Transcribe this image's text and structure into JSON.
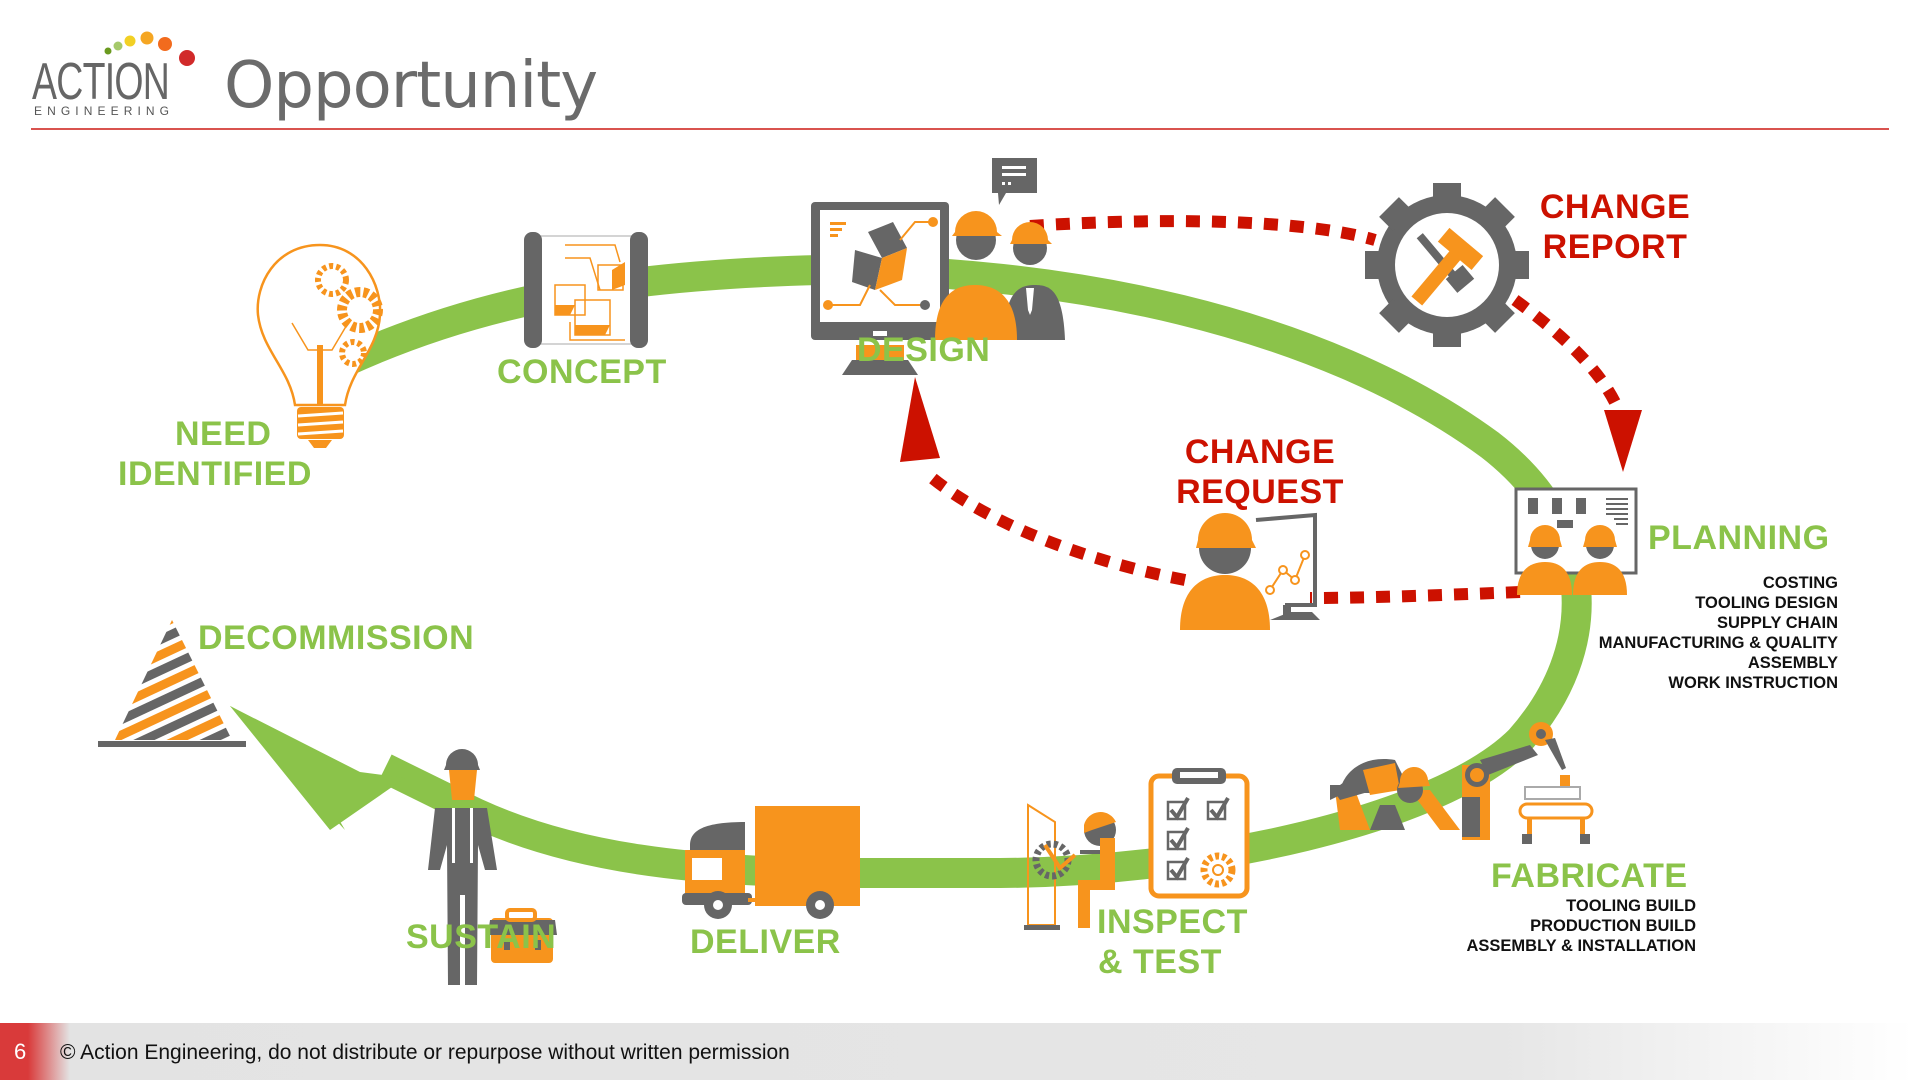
{
  "header": {
    "logo_word": "ACTION",
    "logo_sub": "ENGINEERING",
    "logo_dot_colors": [
      "#6a9a1f",
      "#a5c96a",
      "#f2d024",
      "#f5a623",
      "#f26b1d",
      "#d12a2a"
    ],
    "title": "Opportunity",
    "rule_color": "#d9534f"
  },
  "colors": {
    "lifecycle_green": "#8bc34a",
    "change_red": "#cc1100",
    "icon_orange": "#f7941d",
    "icon_gray": "#656565"
  },
  "stages": {
    "need": {
      "line1": "NEED",
      "line2": "IDENTIFIED",
      "icon": "lightbulb-gears-icon"
    },
    "concept": {
      "label": "CONCEPT",
      "icon": "blueprint-scroll-icon"
    },
    "design": {
      "label": "DESIGN",
      "icon": "computer-design-team-icon"
    },
    "planning": {
      "label": "PLANNING",
      "icon": "planning-board-team-icon",
      "items": [
        "COSTING",
        "TOOLING DESIGN",
        "SUPPLY CHAIN",
        "MANUFACTURING & QUALITY",
        "ASSEMBLY",
        "WORK INSTRUCTION"
      ]
    },
    "fabricate": {
      "label": "FABRICATE",
      "icon": "robot-arm-worker-icon",
      "items": [
        "TOOLING BUILD",
        "PRODUCTION BUILD",
        "ASSEMBLY & INSTALLATION"
      ]
    },
    "inspect": {
      "line1": "INSPECT",
      "line2": "& TEST",
      "icon": "inspection-checklist-icon"
    },
    "deliver": {
      "label": "DELIVER",
      "icon": "delivery-truck-icon"
    },
    "sustain": {
      "label": "SUSTAIN",
      "icon": "maintenance-worker-icon"
    },
    "decommission": {
      "label": "DECOMMISSION",
      "icon": "striped-cone-icon"
    }
  },
  "change_loop": {
    "report": {
      "line1": "CHANGE",
      "line2": "REPORT",
      "icon": "gear-tools-icon"
    },
    "request": {
      "line1": "CHANGE",
      "line2": "REQUEST",
      "icon": "engineer-chart-icon"
    }
  },
  "footer": {
    "slide_number": "6",
    "copyright": "© Action Engineering, do not distribute or repurpose without written permission"
  }
}
